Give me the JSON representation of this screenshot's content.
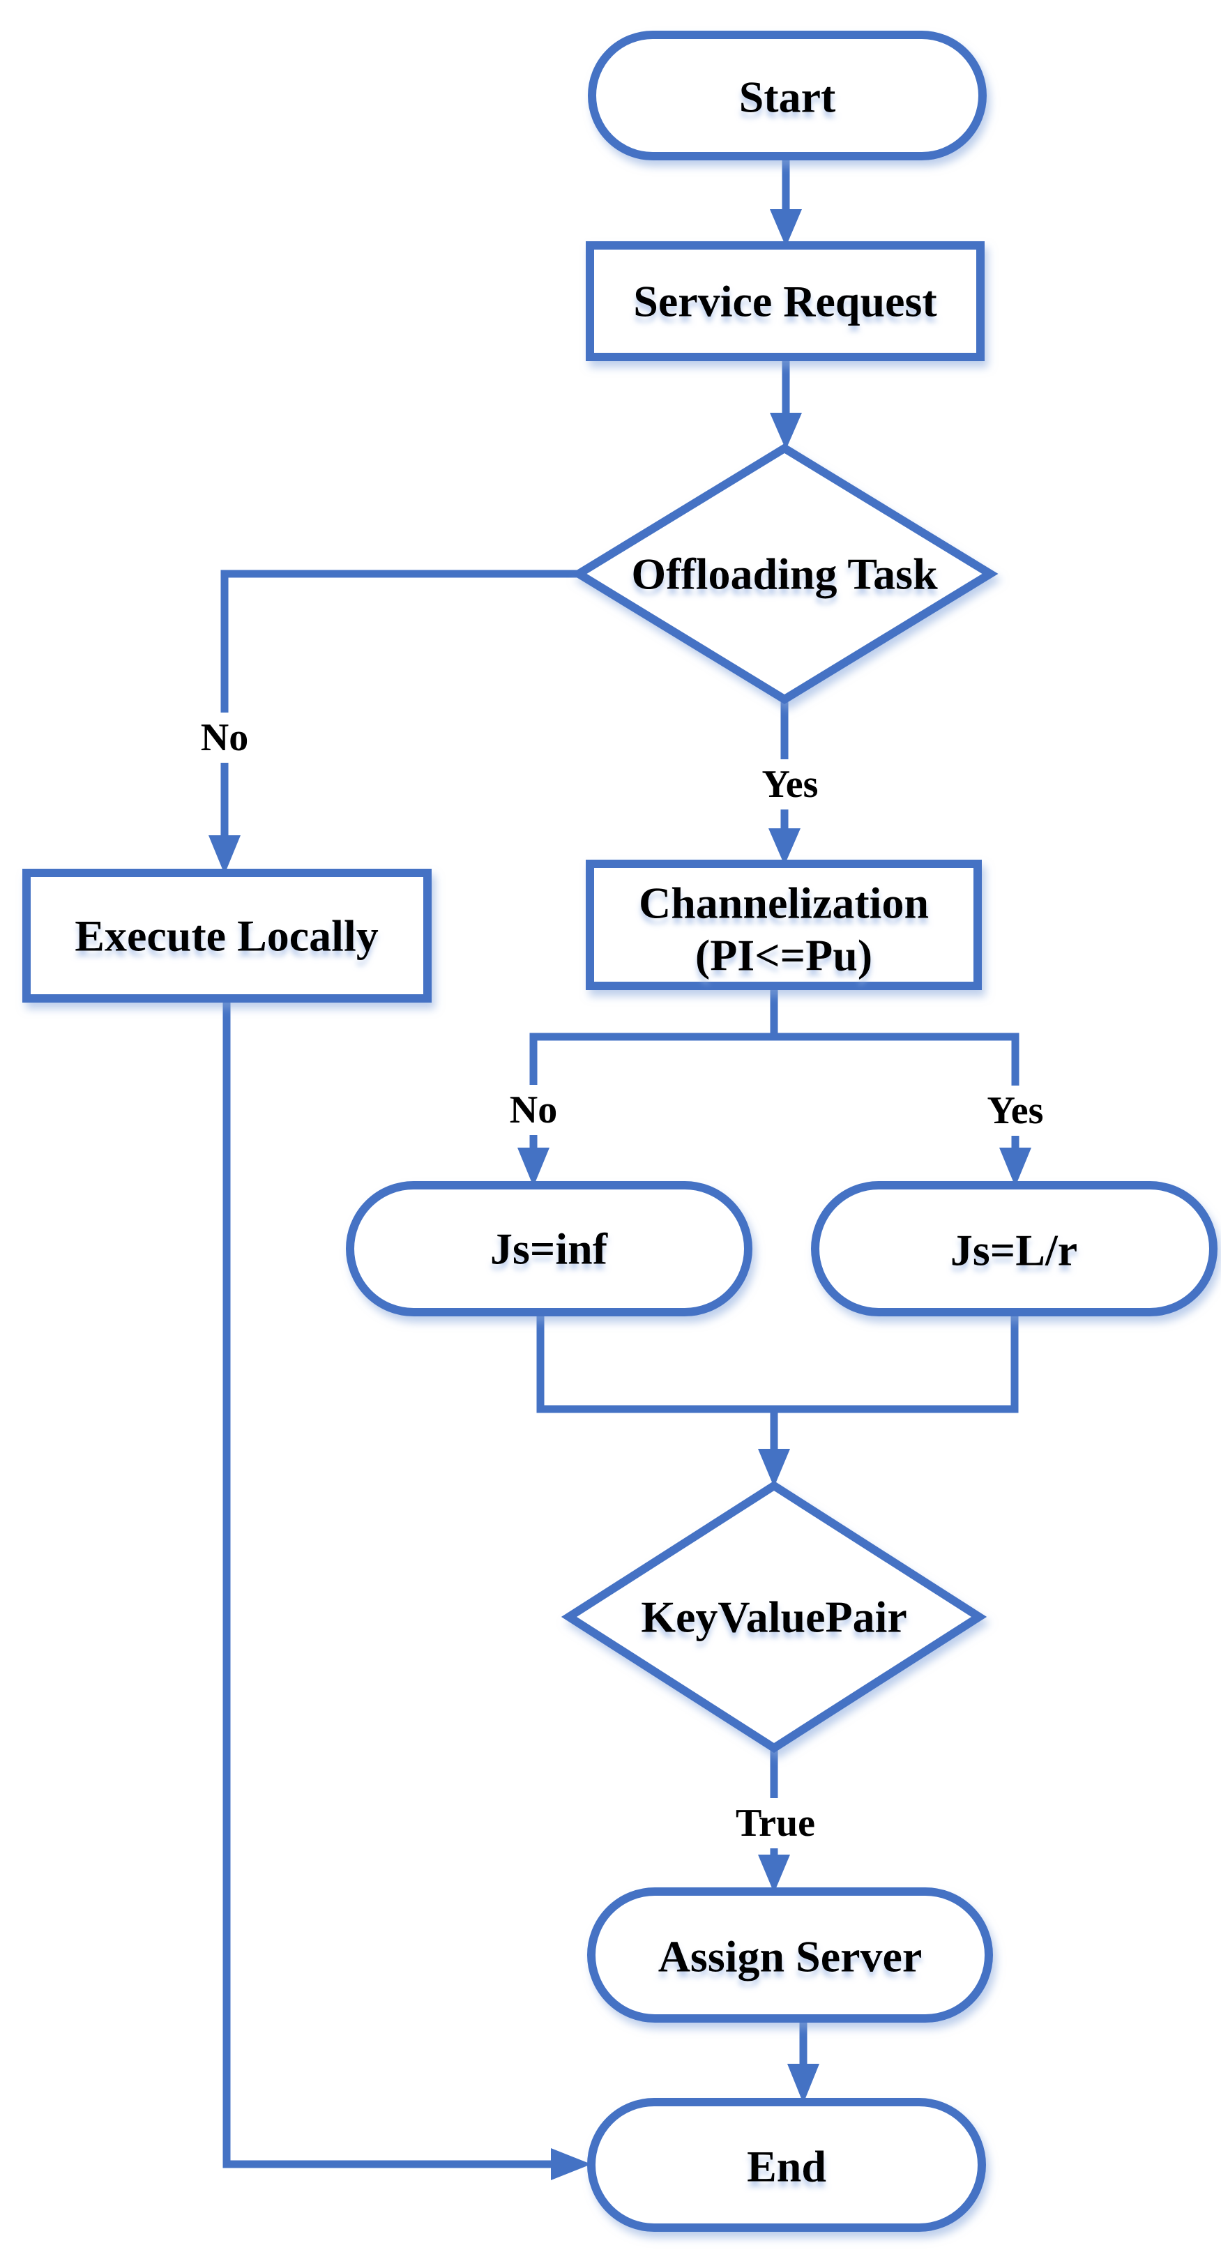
{
  "flowchart": {
    "nodes": {
      "start": {
        "label": "Start",
        "shape": "terminator"
      },
      "service_request": {
        "label": "Service Request",
        "shape": "process"
      },
      "offloading_task": {
        "label": "Offloading Task",
        "shape": "decision"
      },
      "execute_locally": {
        "label": "Execute Locally",
        "shape": "process"
      },
      "channelization": {
        "label_line1": "Channelization",
        "label_line2": "(PI<=Pu)",
        "shape": "process"
      },
      "js_inf": {
        "label": "Js=inf",
        "shape": "terminator"
      },
      "js_lr": {
        "label": "Js=L/r",
        "shape": "terminator"
      },
      "key_value_pair": {
        "label": "KeyValuePair",
        "shape": "decision"
      },
      "assign_server": {
        "label": "Assign Server",
        "shape": "terminator"
      },
      "end": {
        "label": "End",
        "shape": "terminator"
      }
    },
    "edge_labels": {
      "offloading_no": "No",
      "offloading_yes": "Yes",
      "channelization_no": "No",
      "channelization_yes": "Yes",
      "key_value_pair_true": "True"
    },
    "colors": {
      "accent": "#4472C4",
      "text": "#000000",
      "background": "#FFFFFF"
    }
  }
}
